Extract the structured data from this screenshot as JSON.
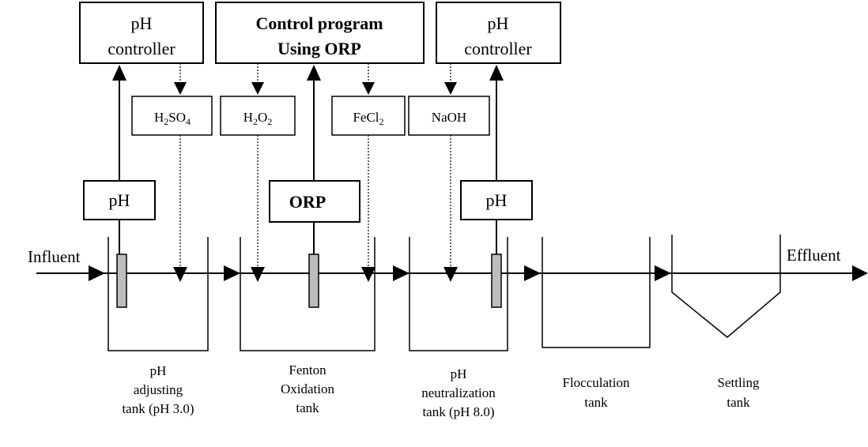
{
  "controllers": {
    "ph_controller_left": [
      "pH",
      "controller"
    ],
    "control_program": [
      "Control program",
      "Using ORP"
    ],
    "ph_controller_right": [
      "pH",
      "controller"
    ]
  },
  "chemicals": {
    "h2so4": {
      "base": "H",
      "sub1": "2",
      "mid": "SO",
      "sub2": "4"
    },
    "h2o2": {
      "base": "H",
      "sub1": "2",
      "mid": "O",
      "sub2": "2"
    },
    "fecl2": {
      "base": "FeCl",
      "sub1": "2"
    },
    "naoh": "NaOH"
  },
  "sensors": {
    "ph_left": "pH",
    "orp": "ORP",
    "ph_right": "pH"
  },
  "flow": {
    "influent": "Influent",
    "effluent": "Effluent"
  },
  "tanks": {
    "ph_adjusting": [
      "pH",
      "adjusting",
      "tank (pH 3.0)"
    ],
    "fenton": [
      "Fenton",
      "Oxidation",
      "tank"
    ],
    "ph_neutralization": [
      "pH",
      "neutralization",
      "tank (pH 8.0)"
    ],
    "flocculation": [
      "Flocculation",
      "tank"
    ],
    "settling": [
      "Settling",
      "tank"
    ]
  }
}
